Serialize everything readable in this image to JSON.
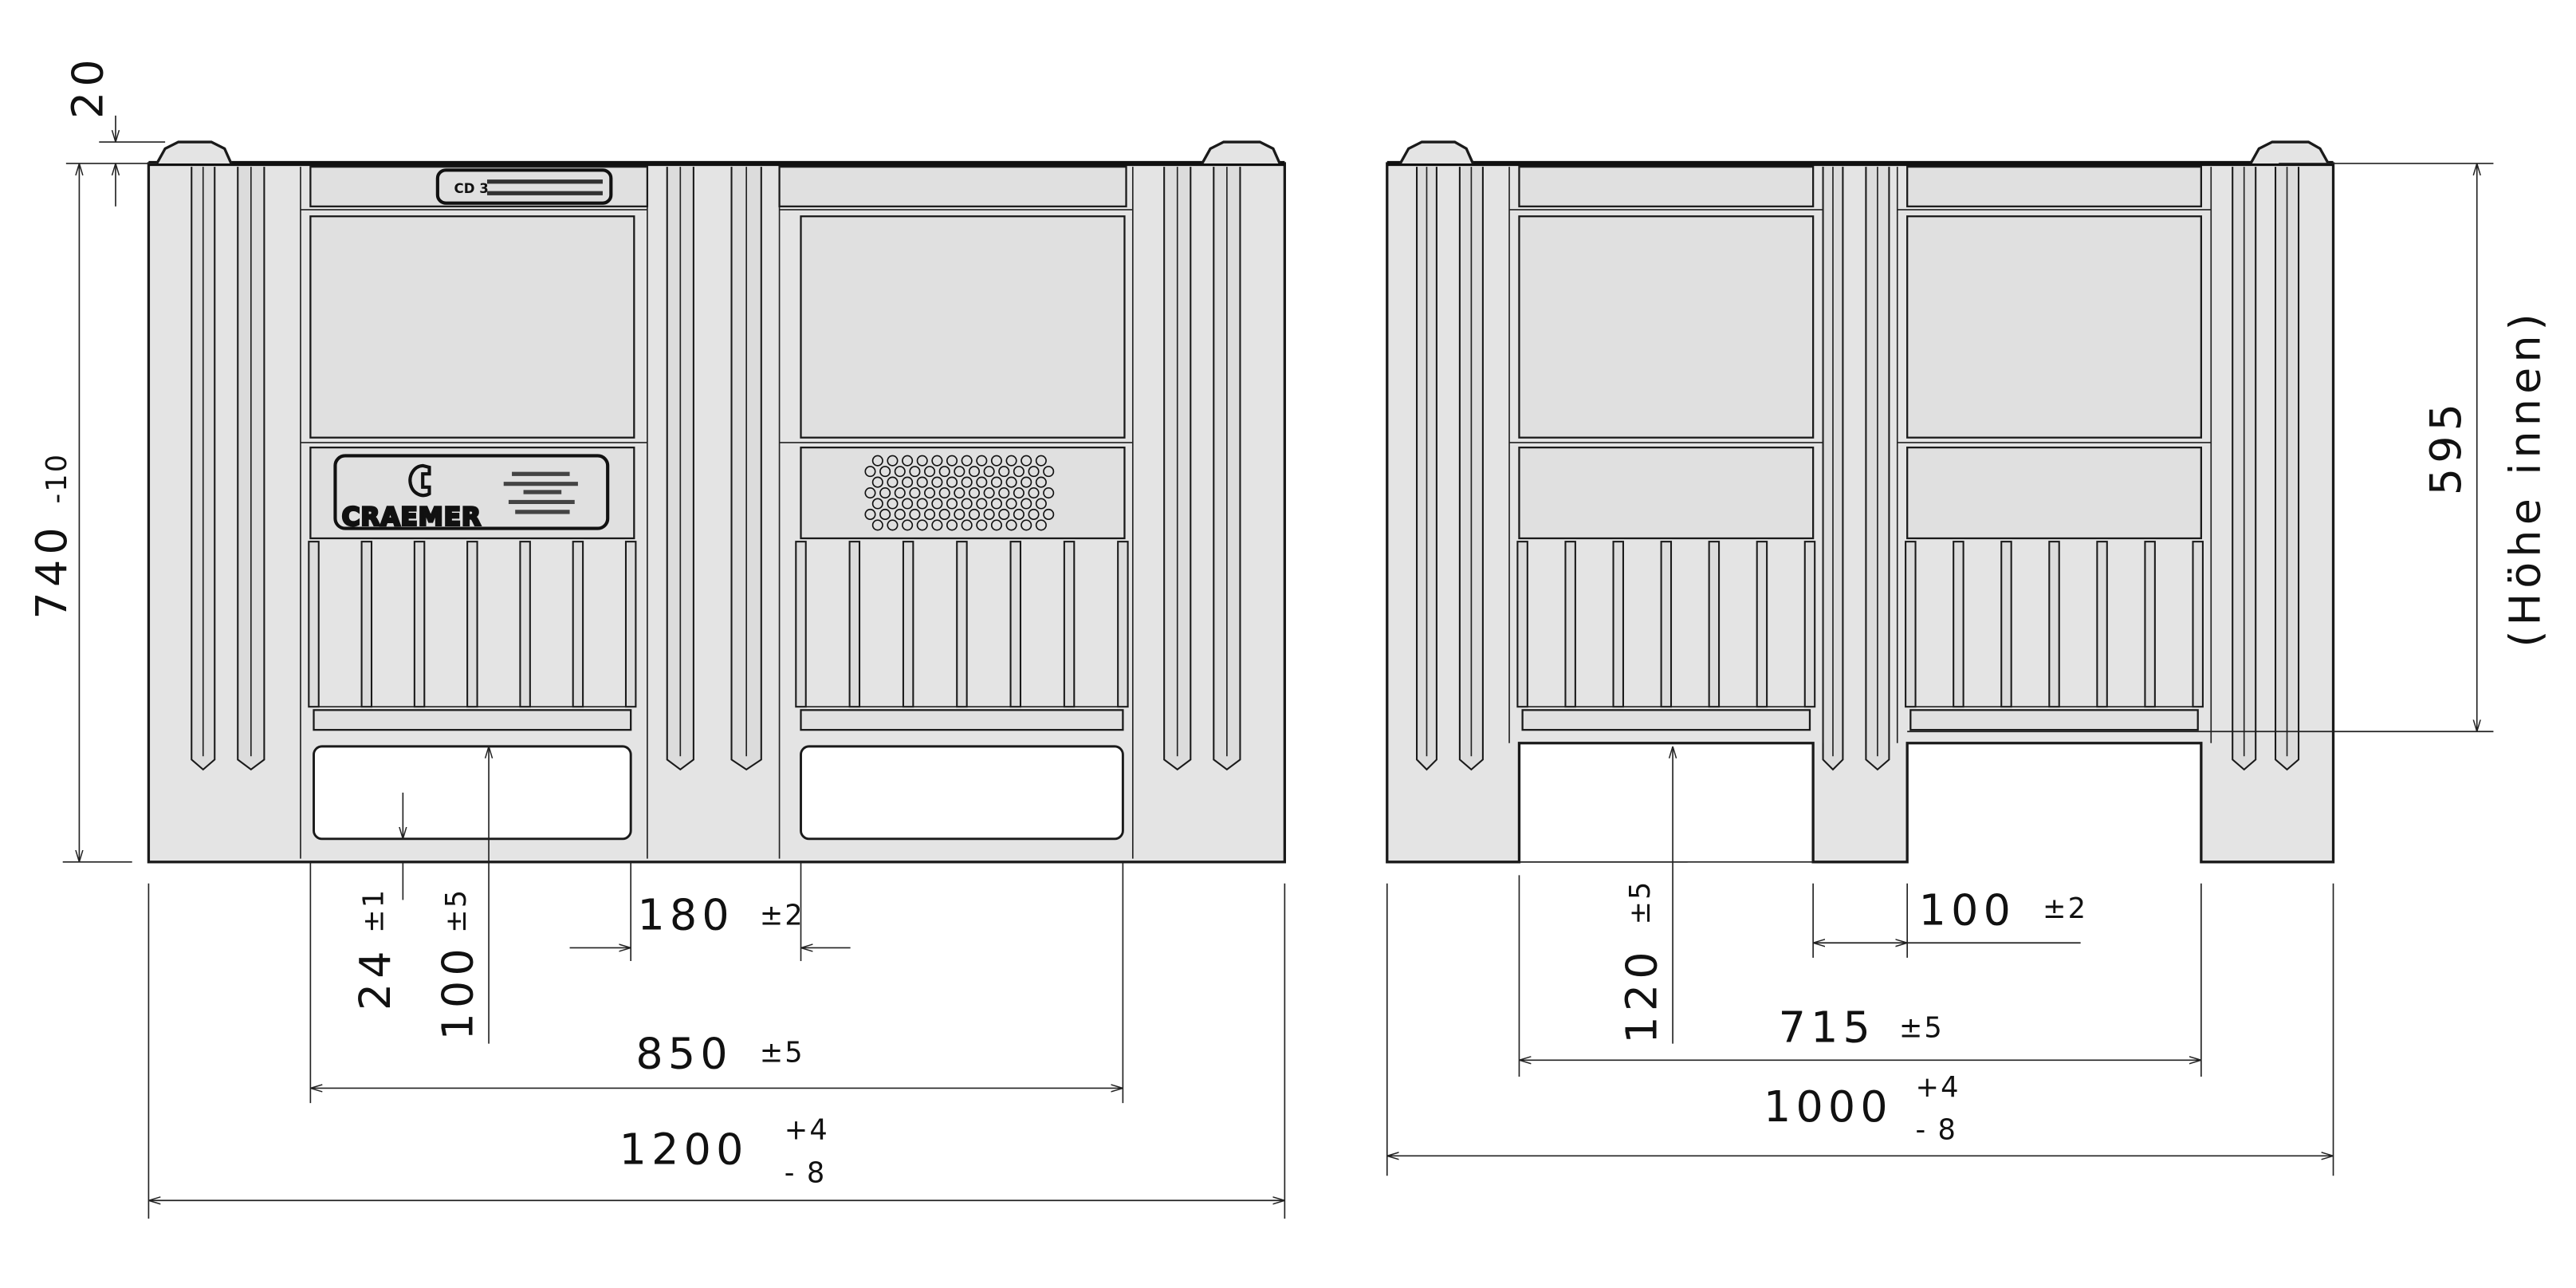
{
  "front_view": {
    "logo_text": "CRAEMER",
    "label_plate_text": "CD 3",
    "dimensions": {
      "top_rim": "20",
      "height": "740",
      "height_tol": "-10",
      "fork_entry_low": "24",
      "fork_entry_low_tol": "±1",
      "fork_entry": "100",
      "fork_entry_tol": "±5",
      "center_block": "180",
      "center_block_tol": "±2",
      "inner_width": "850",
      "inner_width_tol": "±5",
      "length": "1200",
      "length_tol_plus": "+4",
      "length_tol_minus": "- 8"
    }
  },
  "side_view": {
    "dimensions": {
      "inner_height": "595",
      "inner_height_note": "(Höhe innen)",
      "fork_entry": "120",
      "fork_entry_tol": "±5",
      "center_block": "100",
      "center_block_tol": "±2",
      "inner_width": "715",
      "inner_width_tol": "±5",
      "width": "1000",
      "width_tol_plus": "+4",
      "width_tol_minus": "- 8"
    }
  }
}
